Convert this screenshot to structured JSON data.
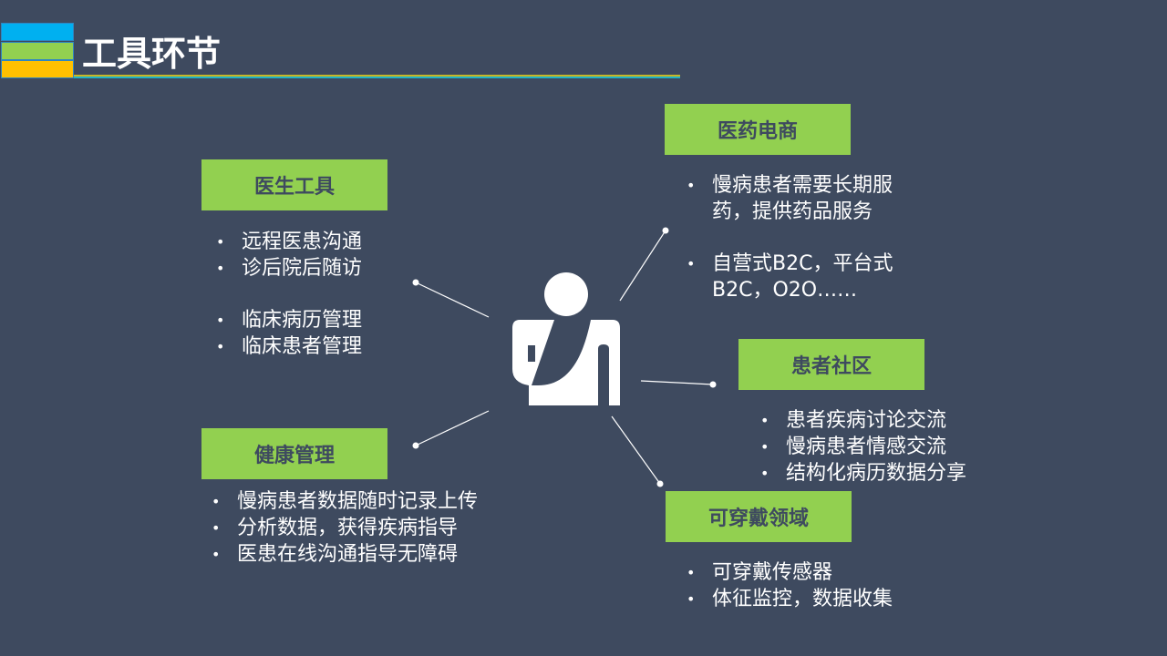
{
  "title": "工具环节",
  "colors": {
    "background": "#3e4a5f",
    "accent_green": "#92d050",
    "blue": "#00b0f0",
    "yellow": "#ffc000"
  },
  "groups": [
    {
      "label": "医生工具",
      "items": [
        "远程医患沟通",
        "诊后院后随访",
        "临床病历管理",
        "临床患者管理"
      ]
    },
    {
      "label": "健康管理",
      "items": [
        "慢病患者数据随时记录上传",
        "分析数据，获得疾病指导",
        "医患在线沟通指导无障碍"
      ]
    },
    {
      "label": "医药电商",
      "items": [
        "慢病患者需要长期服药，提供药品服务",
        "自营式B2C，平台式B2C，O2O……"
      ]
    },
    {
      "label": "患者社区",
      "items": [
        "患者疾病讨论交流",
        "慢病患者情感交流",
        "结构化病历数据分享"
      ]
    },
    {
      "label": "可穿戴领域",
      "items": [
        "可穿戴传感器",
        "体征监控，数据收集"
      ]
    }
  ]
}
